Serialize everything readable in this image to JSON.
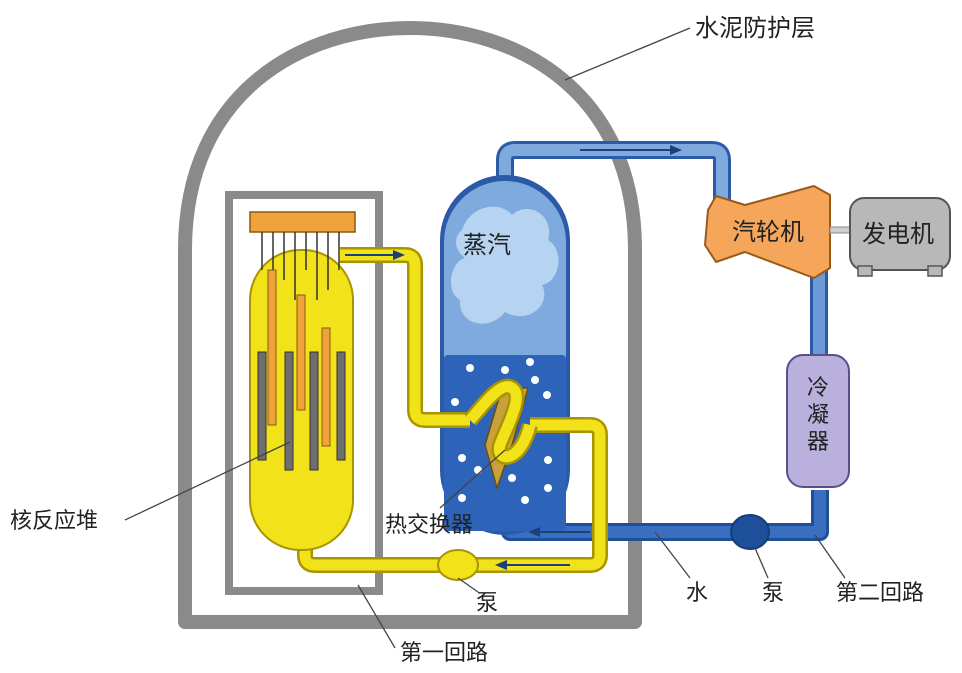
{
  "labels": {
    "shield": "水泥防护层",
    "steam": "蒸汽",
    "turbine": "汽轮机",
    "generator": "发电机",
    "condenser": [
      "冷",
      "凝",
      "器"
    ],
    "reactor": "核反应堆",
    "heat_exchanger": "热交换器",
    "pump_primary": "泵",
    "primary_loop": "第一回路",
    "water": "水",
    "pump_secondary": "泵",
    "secondary_loop": "第二回路"
  },
  "colors": {
    "shield": "#8a8a8a",
    "primary_coolant": "#f2e21a",
    "secondary_coolant": "#3a6fc0",
    "steam_pipe": "#7faade",
    "fuel_rod": "#f0a33a",
    "control_rod": "#6e6e6e",
    "turbine": "#f5a65b",
    "generator": "#b8b8b8",
    "condenser": "#b9b0dd"
  }
}
